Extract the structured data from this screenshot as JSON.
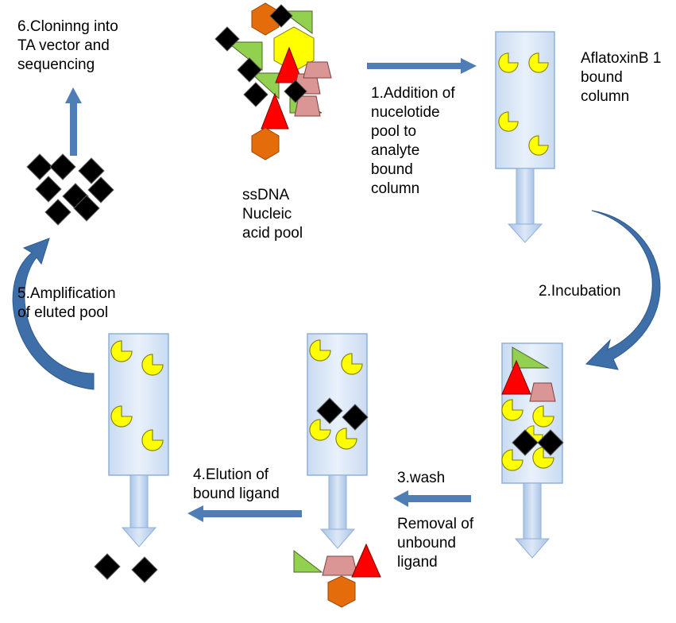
{
  "labels": {
    "step6": "6.Cloninng into\nTA vector and\nsequencing",
    "pool": "ssDNA\nNucleic\nacid pool",
    "step1": "1.Addition of\nnucelotide\npool to\nanalyte\nbound\ncolumn",
    "column_label": "AflatoxinB 1\nbound\ncolumn",
    "step2": "2.Incubation",
    "step5": "5.Amplification\nof eluted pool",
    "step4": "4.Elution of\nbound ligand",
    "step3": "3.wash",
    "step3_detail": "Removal of\nunbound\nligand"
  },
  "colors": {
    "column_fill": "#dbe8f7",
    "column_stroke": "#8fb0d8",
    "arrow_blue": "#4f7db5",
    "curve_blue": "#3f6fa8",
    "ligand_yellow": "#ffff00",
    "diamond_black": "#000000",
    "hexagon_orange": "#e46c0a",
    "triangle_red": "#ff0000",
    "triangle_green": "#92d050",
    "trapezoid_pink": "#d99694"
  }
}
